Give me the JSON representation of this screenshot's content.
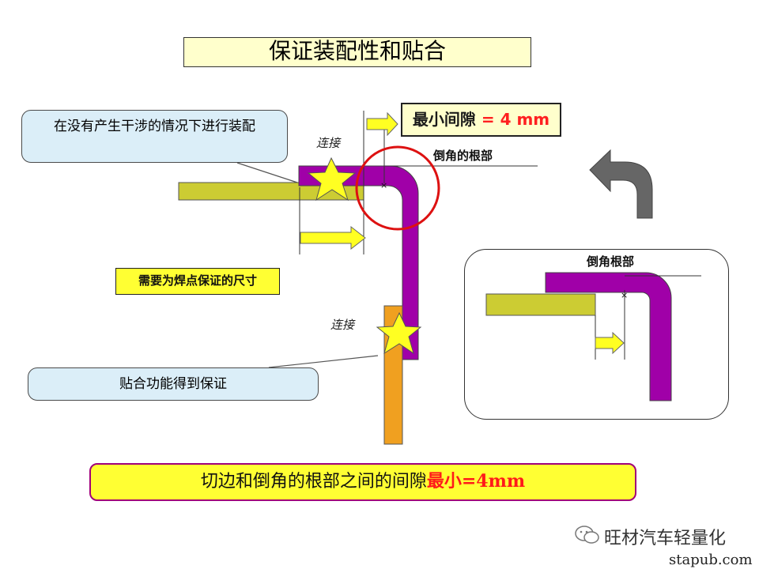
{
  "title": "保证装配性和贴合",
  "callout_assembly": "在没有产生干涉的情况下进行装配",
  "callout_fit": "贴合功能得到保证",
  "gap_label": "最小间隙",
  "gap_value": "= 4 mm",
  "chamfer_root_label": "倒角的根部",
  "connect_label_top": "连接",
  "connect_label_bottom": "连接",
  "weld_note": "需要为焊点保证的尺寸",
  "inset_label": "倒角根部",
  "bottom_text_main": "切边和倒角的根部之间的间隙",
  "bottom_text_highlight": "最小=4mm",
  "watermark": "旺材汽车轻量化",
  "site": "stapub.com",
  "colors": {
    "purple": "#a000a8",
    "olive": "#cccc33",
    "orange": "#f0a020",
    "yellow_arrow": "#ffff22",
    "red_circle": "#dd1111",
    "gray_arrow": "#666666"
  }
}
